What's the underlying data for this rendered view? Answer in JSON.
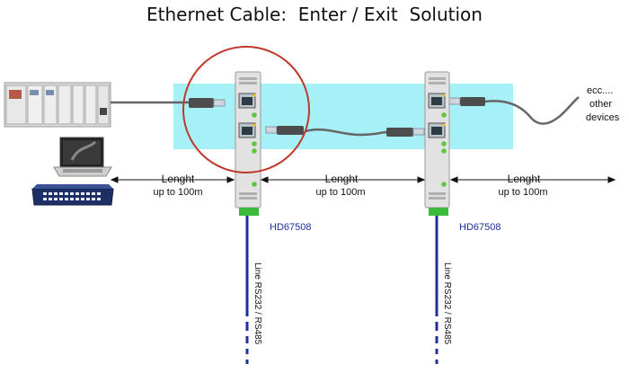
{
  "title": "Ethernet Cable:  Enter / Exit  Solution",
  "segments": [
    {
      "length_label": "Lenght",
      "range_label": "up to 100m"
    },
    {
      "length_label": "Lenght",
      "range_label": "up to 100m"
    },
    {
      "length_label": "Lenght",
      "range_label": "up to 100m"
    }
  ],
  "devices": [
    {
      "model": "HD67508",
      "serial_line": "Line RS232 / RS485"
    },
    {
      "model": "HD67508",
      "serial_line": "Line RS232 / RS485"
    }
  ],
  "other_devices": {
    "line1": "ecc....",
    "line2": "other",
    "line3": "devices"
  },
  "colors": {
    "panel": "#a6f1f7",
    "highlight_circle": "#c0392b",
    "serial_line": "#1f2f9c",
    "cable": "#666666",
    "model_text": "#1f2f9c",
    "led": "#5fc73f"
  }
}
